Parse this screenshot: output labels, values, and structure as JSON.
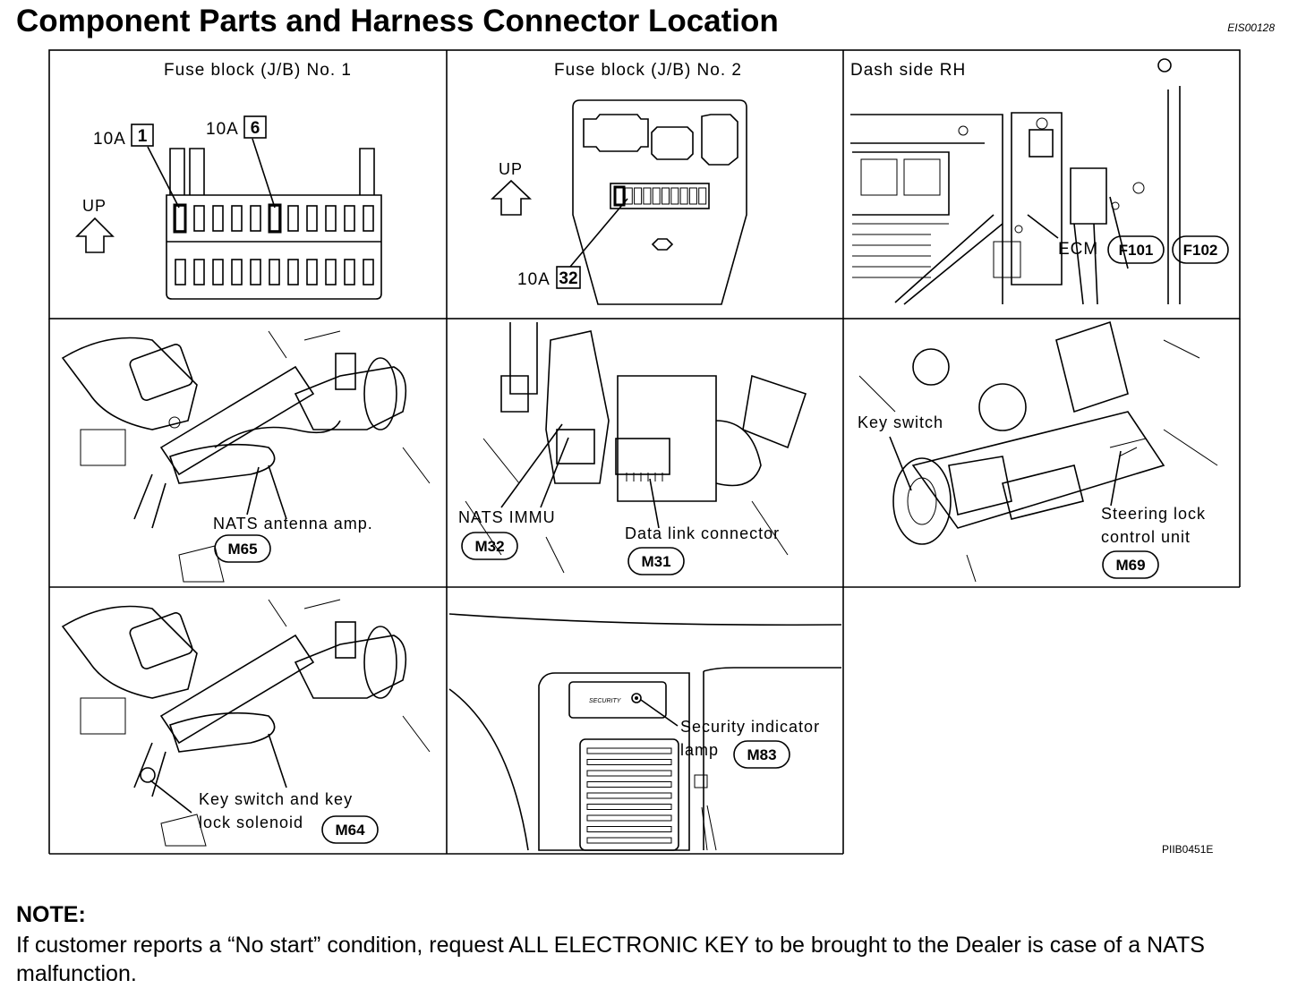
{
  "title": "Component Parts and Harness Connector Location",
  "ref_code": "EIS00128",
  "figure_code": "PIIB0451E",
  "panels": {
    "p1": {
      "caption": "Fuse block (J/B) No. 1",
      "up": "UP",
      "fuse_a_amp": "10A",
      "fuse_a_num": "1",
      "fuse_b_amp": "10A",
      "fuse_b_num": "6"
    },
    "p2": {
      "caption": "Fuse block (J/B) No. 2",
      "up": "UP",
      "fuse_amp": "10A",
      "fuse_num": "32"
    },
    "p3": {
      "caption": "Dash side RH",
      "ecm": "ECM",
      "conn_a": "F101",
      "conn_b": "F102"
    },
    "p4": {
      "label": "NATS antenna amp.",
      "conn": "M65"
    },
    "p5": {
      "label_immu": "NATS IMMU",
      "conn_immu": "M32",
      "label_dlc": "Data link connector",
      "conn_dlc": "M31"
    },
    "p6": {
      "label_key": "Key switch",
      "label_lock_1": "Steering lock",
      "label_lock_2": "control unit",
      "conn": "M69"
    },
    "p7": {
      "label_1": "Key switch and key",
      "label_2": "lock solenoid",
      "conn": "M64"
    },
    "p8": {
      "security_text": "SECURITY",
      "label_1": "Security indicator",
      "label_2": "lamp",
      "conn": "M83"
    }
  },
  "note": {
    "heading": "NOTE:",
    "body": "If customer reports a “No start” condition, request ALL ELECTRONIC KEY to be brought to the Dealer is case of a NATS malfunction."
  }
}
